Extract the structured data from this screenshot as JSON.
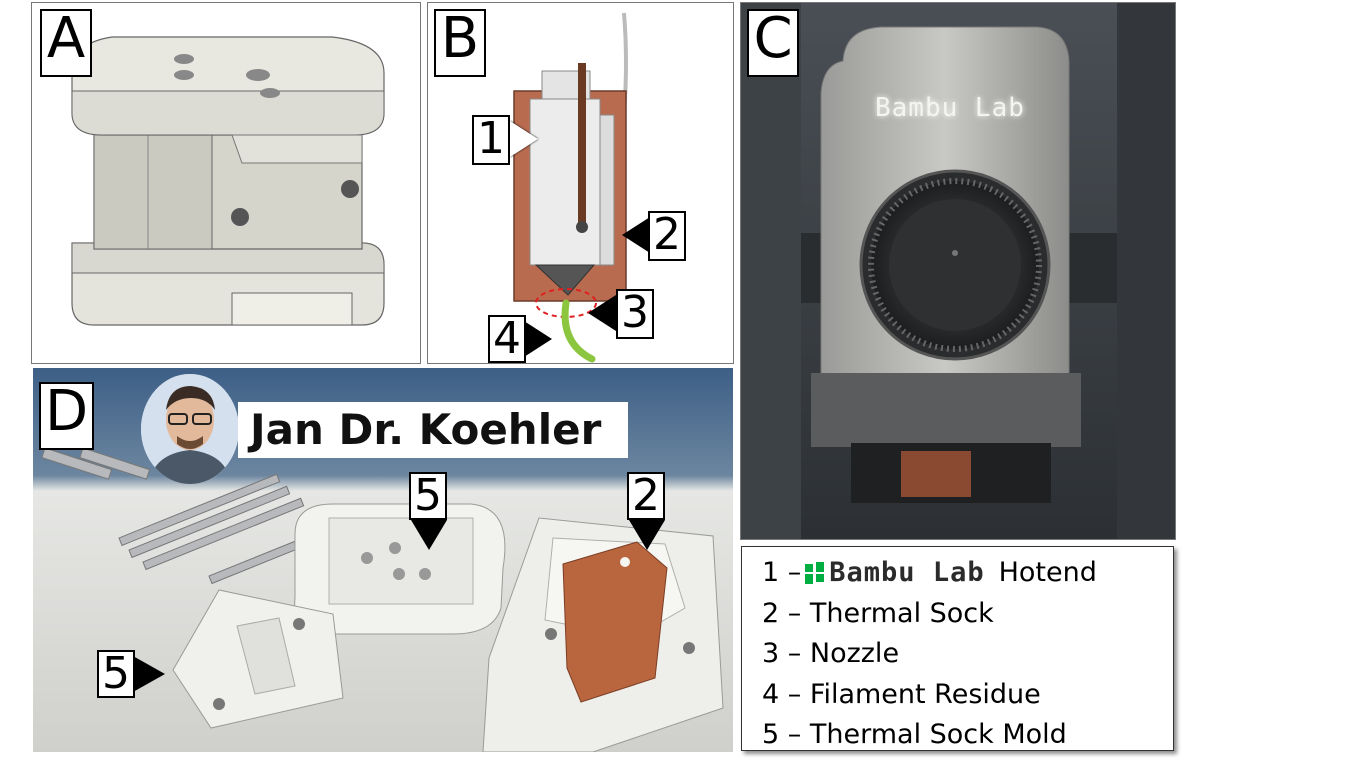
{
  "panels": {
    "a": {
      "letter": "A"
    },
    "b": {
      "letter": "B",
      "labels": [
        "1",
        "2",
        "3",
        "4"
      ]
    },
    "c": {
      "letter": "C",
      "brand_text": "Bambu Lab"
    },
    "d": {
      "letter": "D",
      "author_name": "Jan Dr. Koehler",
      "labels": [
        "5",
        "2",
        "5"
      ]
    }
  },
  "legend": {
    "items": [
      {
        "number": "1",
        "dash": "–",
        "brand": "Bambu Lab",
        "text": "Hotend"
      },
      {
        "number": "2",
        "dash": "–",
        "text": "Thermal Sock"
      },
      {
        "number": "3",
        "dash": "–",
        "text": "Nozzle"
      },
      {
        "number": "4",
        "dash": "–",
        "text": "Filament Residue"
      },
      {
        "number": "5",
        "dash": "–",
        "text": "Thermal Sock Mold"
      }
    ],
    "brand_color": "#00ae42"
  },
  "colors": {
    "sock": "#b86b4f",
    "filament": "#8cc63f",
    "nozzle_marker": "#e02020",
    "mold": "#dcdcd4"
  }
}
